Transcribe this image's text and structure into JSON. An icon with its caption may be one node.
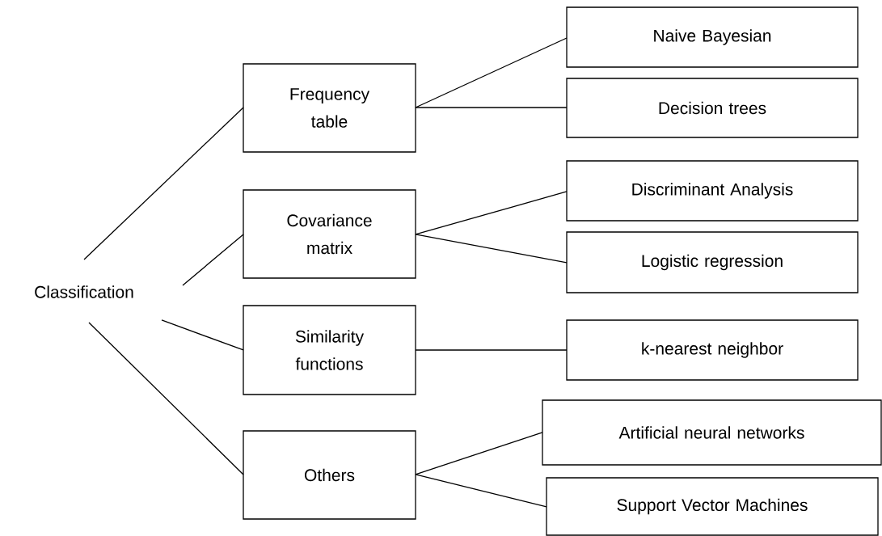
{
  "diagram": {
    "nodes": [
      {
        "text": [
          "Classification"
        ]
      },
      {
        "text": [
          "Frequency table"
        ]
      },
      {
        "text": [
          "Covariance matrix"
        ]
      },
      {
        "text": [
          "Similarity functions"
        ]
      },
      {
        "text": [
          "Others"
        ]
      },
      {
        "text": [
          "Naive Bayesian"
        ]
      },
      {
        "text": [
          "Decision trees"
        ]
      },
      {
        "text": [
          "Discriminant Analysis"
        ]
      },
      {
        "text": [
          "Logistic regression"
        ]
      },
      {
        "text": [
          "k-nearest neighbor"
        ]
      },
      {
        "text": [
          "Artificial neural networks"
        ]
      },
      {
        "text": [
          "Support Vector Machines"
        ]
      }
    ],
    "edges": [
      {
        "from": 0,
        "to": 1,
        "arrow": "none"
      },
      {
        "from": 0,
        "to": 2,
        "arrow": "none"
      },
      {
        "from": 0,
        "to": 3,
        "arrow": "none"
      },
      {
        "from": 0,
        "to": 4,
        "arrow": "none"
      },
      {
        "from": 1,
        "to": 5,
        "arrow": "none"
      },
      {
        "from": 1,
        "to": 6,
        "arrow": "none"
      },
      {
        "from": 2,
        "to": 7,
        "arrow": "none"
      },
      {
        "from": 2,
        "to": 8,
        "arrow": "none"
      },
      {
        "from": 3,
        "to": 9,
        "arrow": "none"
      },
      {
        "from": 4,
        "to": 10,
        "arrow": "none"
      },
      {
        "from": 4,
        "to": 11,
        "arrow": "none"
      }
    ]
  }
}
